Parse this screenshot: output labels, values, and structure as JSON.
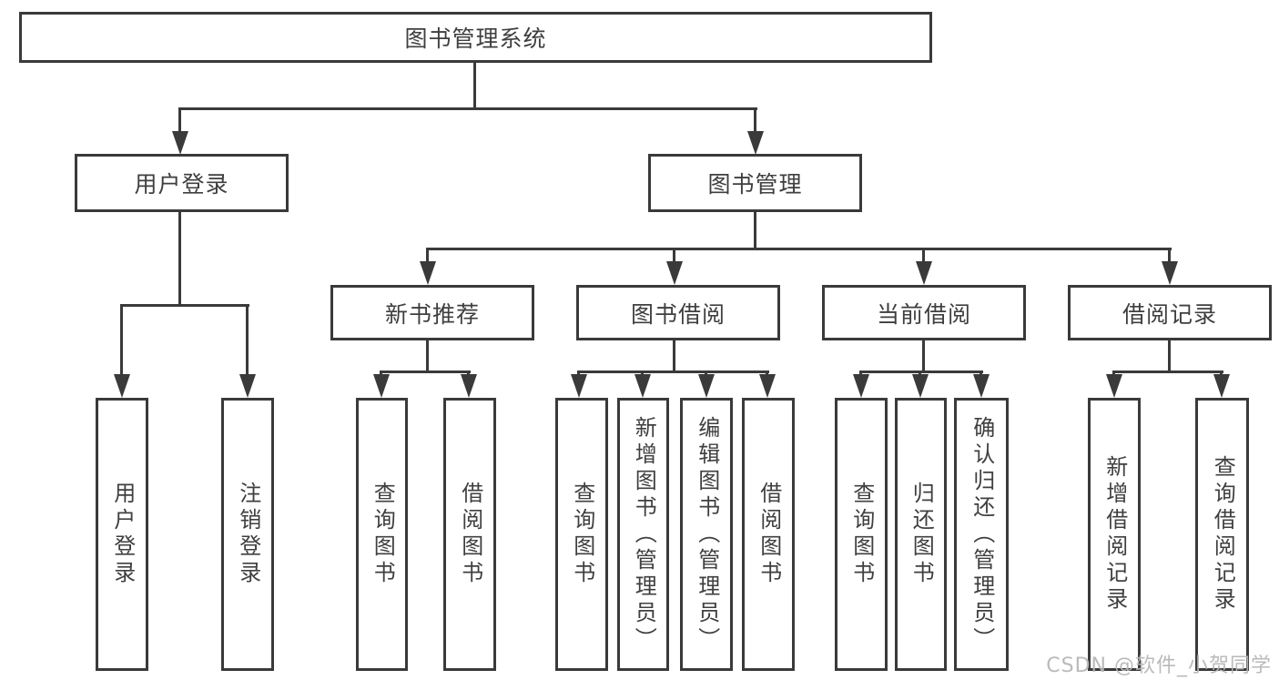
{
  "tree": {
    "root": {
      "label": "图书管理系统"
    },
    "level2": [
      {
        "label": "用户登录",
        "leaves": [
          "用户登录",
          "注销登录"
        ]
      },
      {
        "label": "图书管理"
      }
    ],
    "level3": [
      {
        "label": "新书推荐",
        "leaves": [
          "查询图书",
          "借阅图书"
        ]
      },
      {
        "label": "图书借阅",
        "leaves": [
          "查询图书",
          "新增图书（管理员）",
          "编辑图书（管理员）",
          "借阅图书"
        ]
      },
      {
        "label": "当前借阅",
        "leaves": [
          "查询图书",
          "归还图书",
          "确认归还（管理员）"
        ]
      },
      {
        "label": "借阅记录",
        "leaves": [
          "新增借阅记录",
          "查询借阅记录"
        ]
      }
    ]
  },
  "watermark": {
    "text": "CSDN @软件_小贺同学"
  },
  "colors": {
    "stroke": "#3a3a3a",
    "text": "#3f3f3f",
    "watermark": "#b6b6b6",
    "background": "#ffffff"
  }
}
